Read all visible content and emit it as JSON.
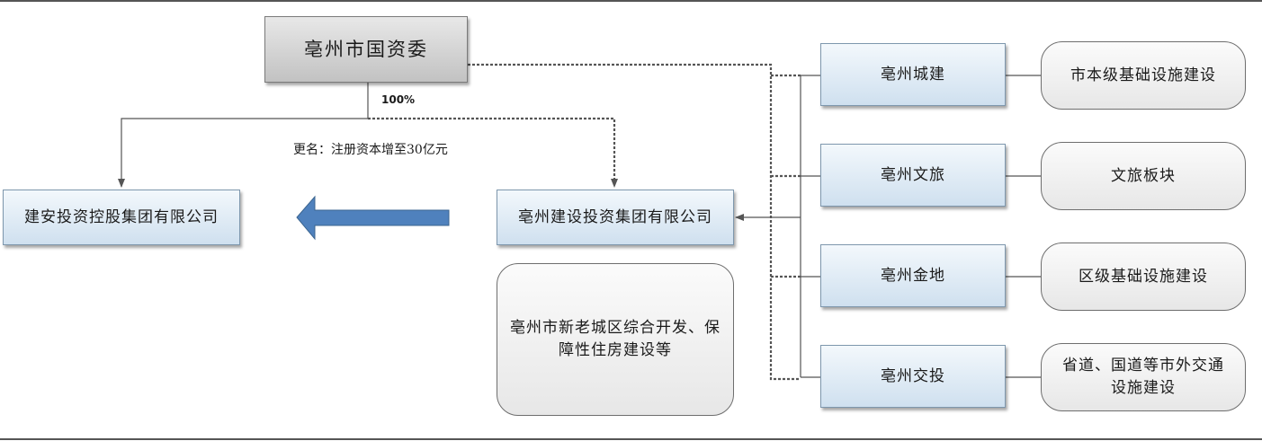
{
  "root": {
    "label": "亳州市国资委"
  },
  "ownership_pct": "100%",
  "rename_note": "更名：注册资本增至30亿元",
  "renamed_company": {
    "label": "建安投资控股集团有限公司"
  },
  "main_company": {
    "label": "亳州建设投资集团有限公司"
  },
  "main_business": {
    "label": "亳州市新老城区综合开发、保障性住房建设等"
  },
  "subsidiaries": [
    {
      "label": "亳州城建",
      "business": "市本级基础设施建设"
    },
    {
      "label": "亳州文旅",
      "business": "文旅板块"
    },
    {
      "label": "亳州金地",
      "business": "区级基础设施建设"
    },
    {
      "label": "亳州交投",
      "business": "省道、国道等市外交通设施建设"
    }
  ],
  "colors": {
    "box_blue_top": "#f3f8fc",
    "box_blue_bottom": "#cfe0ef",
    "arrow_blue": "#4f81bd",
    "root_grey": "#c2c2c2",
    "line": "#555555"
  }
}
